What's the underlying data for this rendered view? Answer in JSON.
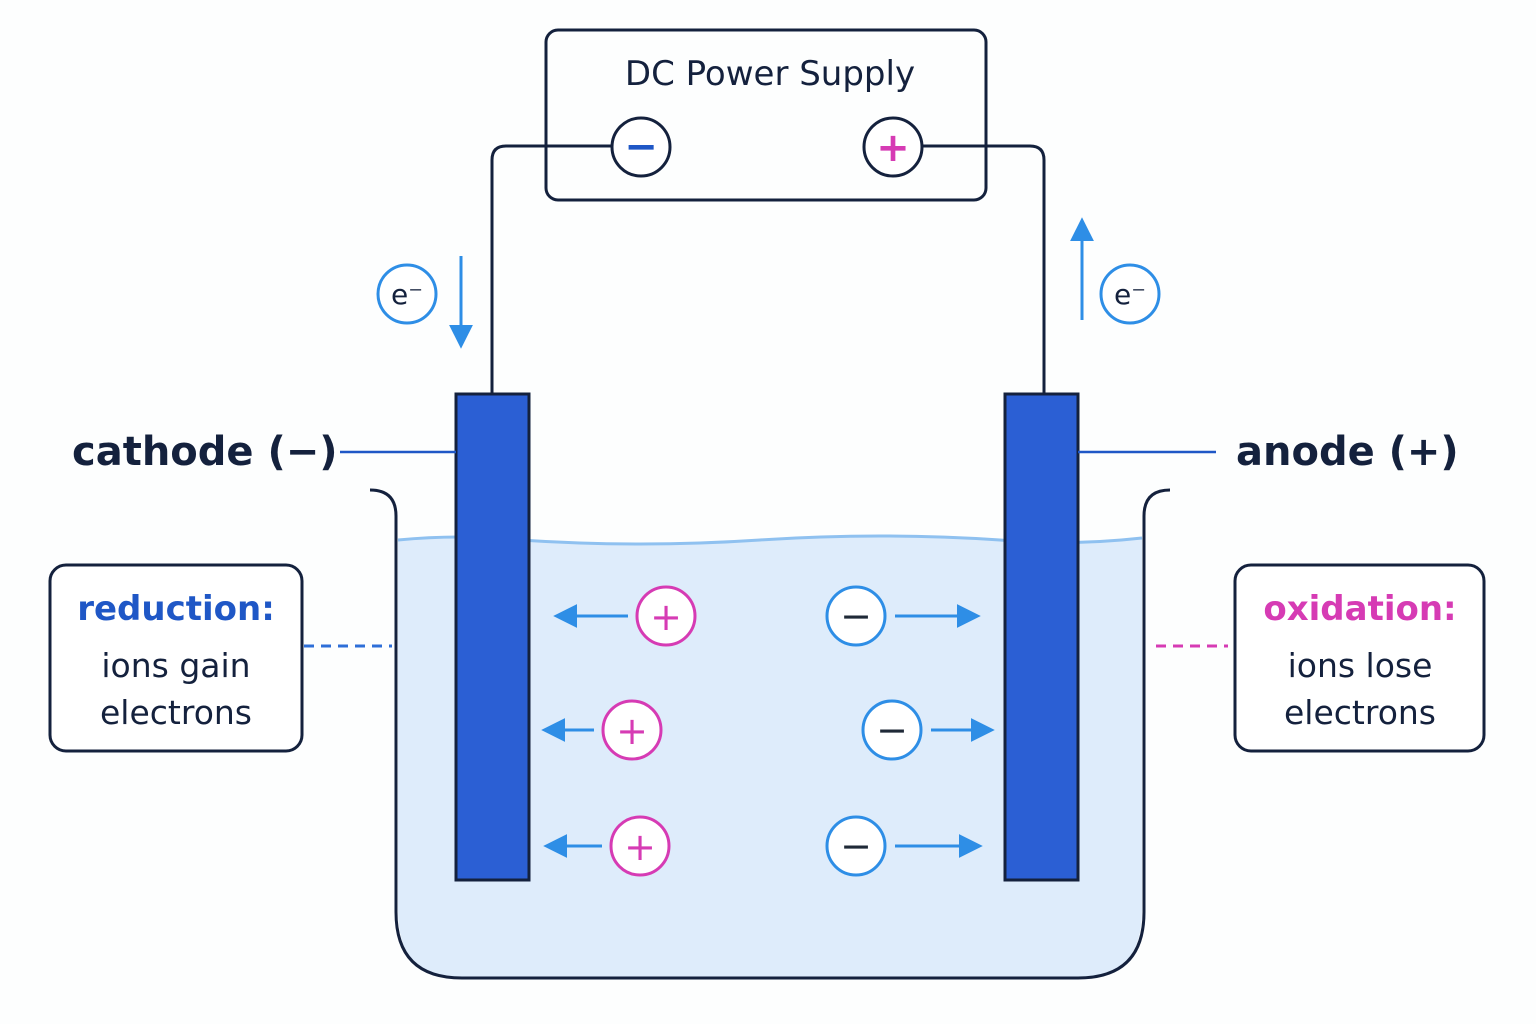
{
  "power_supply": {
    "title": "DC Power Supply",
    "negative_symbol": "−",
    "positive_symbol": "+"
  },
  "electron_symbol": "e⁻",
  "cathode": {
    "label": "cathode (−)"
  },
  "anode": {
    "label": "anode (+)"
  },
  "reduction": {
    "title": "reduction:",
    "line1": "ions gain",
    "line2": "electrons"
  },
  "oxidation": {
    "title": "oxidation:",
    "line1": "ions lose",
    "line2": "electrons"
  },
  "cation_symbol": "+",
  "anion_symbol": "−",
  "colors": {
    "outline": "#14213d",
    "electrode": "#2b5fd4",
    "arrow": "#2e8ee6",
    "positive": "#d63bb4",
    "negative_ion": "#1f2937",
    "reduction": "#1f57c6",
    "oxidation": "#d63bb4",
    "solution": "#dcebfa"
  }
}
